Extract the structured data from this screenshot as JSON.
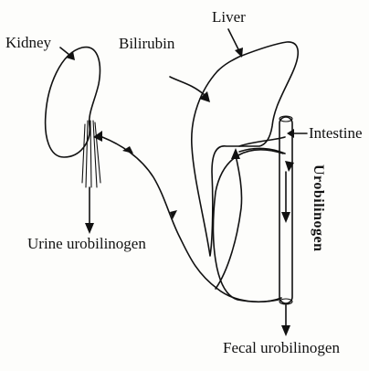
{
  "diagram": {
    "labels": {
      "kidney": "Kidney",
      "liver": "Liver",
      "bilirubin": "Bilirubin",
      "intestine": "Intestine",
      "urine_urobilinogen": "Urine urobilinogen",
      "urobilinogen": "Urobilinogen",
      "fecal_urobilinogen": "Fecal urobilinogen"
    }
  }
}
